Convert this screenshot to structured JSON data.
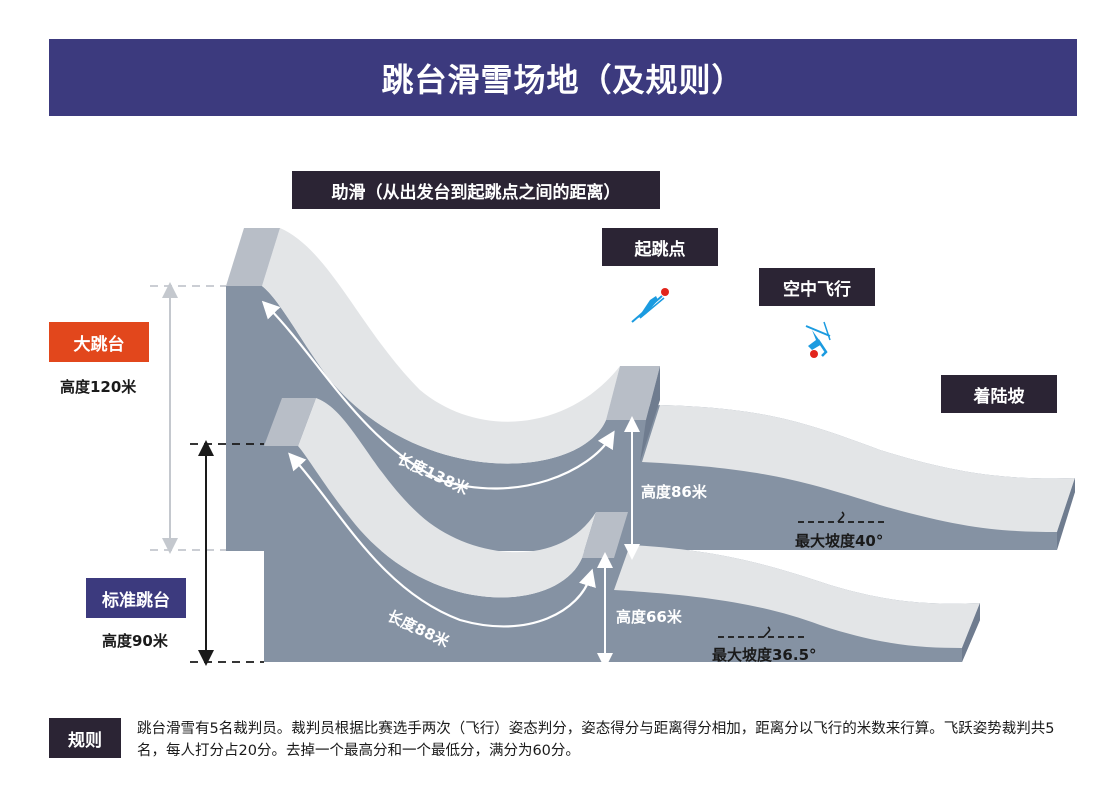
{
  "header": {
    "title": "跳台滑雪场地（及规则）"
  },
  "tags": {
    "inrun": "助滑（从出发台到起跳点之间的距离）",
    "takeoff": "起跳点",
    "flight": "空中飞行",
    "landing": "着陆坡",
    "large_hill": "大跳台",
    "normal_hill": "标准跳台"
  },
  "labels": {
    "large_height": "高度120米",
    "normal_height": "高度90米",
    "large_length": "长度138米",
    "normal_length": "长度88米",
    "large_drop": "高度86米",
    "normal_drop": "高度66米",
    "large_slope": "最大坡度40°",
    "normal_slope": "最大坡度36.5°"
  },
  "rules": {
    "tag": "规则",
    "text": "跳台滑雪有5名裁判员。裁判员根据比赛选手两次（飞行）姿态判分，姿态得分与距离得分相加，距离分以飞行的米数来行算。飞跃姿势裁判共5名，每人打分占20分。去掉一个最高分和一个最低分，满分为60分。"
  },
  "colors": {
    "title_bg": "#3c3a7e",
    "tag_dark": "#2b2434",
    "tag_red": "#e2471c",
    "slope_front": "#8592a3",
    "slope_top": "#e3e5e7",
    "skier": "#1b9be0"
  }
}
